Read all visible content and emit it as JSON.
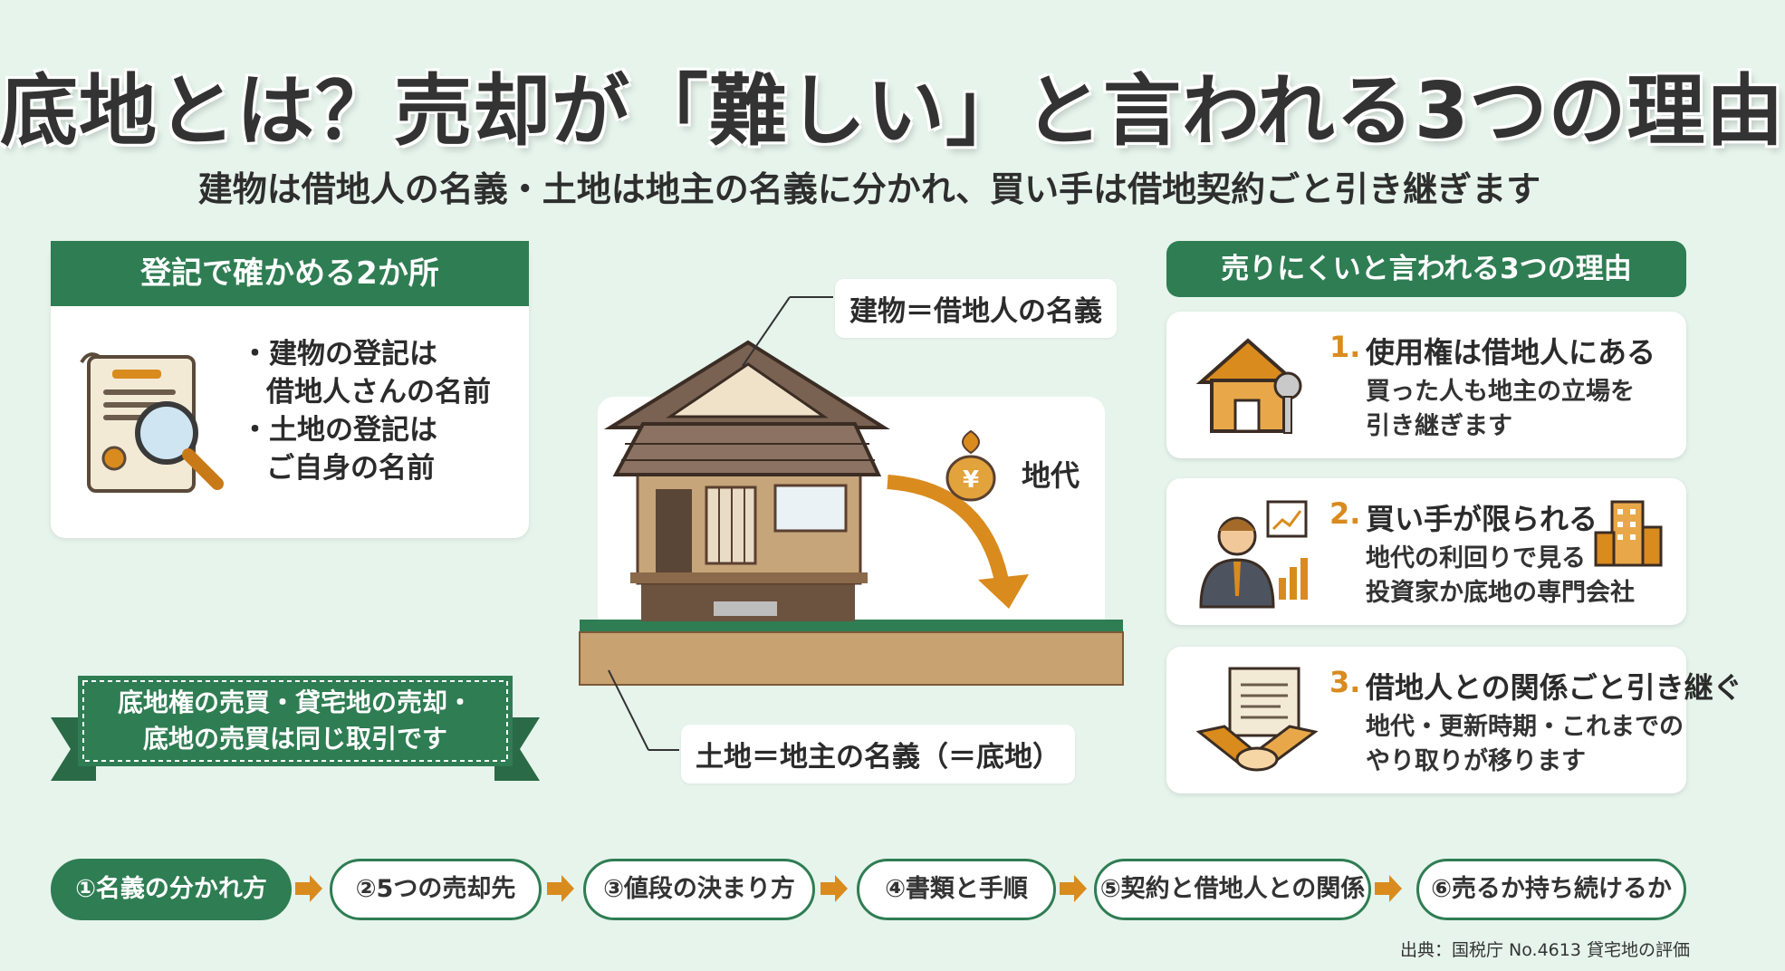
{
  "title": "底地とは？売却が「難しい」と言われる3つの理由",
  "subtitle": "建物は借地人の名義・土地は地主の名義に分かれ、買い手は借地契約ごと引き継ぎます",
  "registry_card": {
    "heading": "登記で確かめる2か所",
    "bullets": [
      {
        "line1": "・建物の登記は",
        "line2": "借地人さんの名前"
      },
      {
        "line1": "・土地の登記は",
        "line2": "ご自身の名前"
      }
    ]
  },
  "ribbon": {
    "line1": "底地権の売買・貸宅地の売却・",
    "line2": "底地の売買は同じ取引です"
  },
  "illustration": {
    "building_label": "建物＝借地人の名義",
    "land_label": "土地＝地主の名義（＝底地）",
    "rent_label": "地代",
    "money_symbol": "¥"
  },
  "reasons": {
    "heading": "売りにくいと言われる3つの理由",
    "items": [
      {
        "num": "1.",
        "title": "使用権は借地人にある",
        "desc1": "買った人も地主の立場を",
        "desc2": "引き継ぎます",
        "icon": "house-key-icon"
      },
      {
        "num": "2.",
        "title": "買い手が限られる",
        "desc1": "地代の利回りで見る",
        "desc2": "投資家か底地の専門会社",
        "icon": "investor-icon"
      },
      {
        "num": "3.",
        "title": "借地人との関係ごと引き継ぐ",
        "desc1": "地代・更新時期・これまでの",
        "desc2": "やり取りが移ります",
        "icon": "handshake-contract-icon"
      }
    ]
  },
  "steps": [
    {
      "label": "①名義の分かれ方",
      "active": true
    },
    {
      "label": "②5つの売却先",
      "active": false
    },
    {
      "label": "③値段の決まり方",
      "active": false
    },
    {
      "label": "④書類と手順",
      "active": false
    },
    {
      "label": "⑤契約と借地人との関係",
      "active": false
    },
    {
      "label": "⑥売るか持ち続けるか",
      "active": false
    }
  ],
  "source": "出典：国税庁 No.4613 貸宅地の評価",
  "colors": {
    "green": "#2f7d53",
    "orange": "#d98b1e",
    "background": "#e6f4ec"
  }
}
